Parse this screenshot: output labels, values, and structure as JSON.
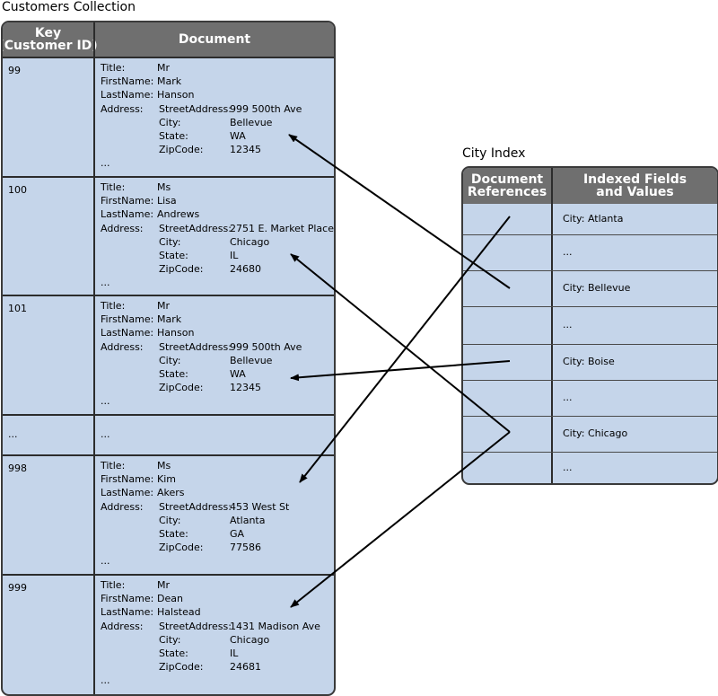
{
  "customers": {
    "title": "Customers Collection",
    "headers": {
      "key": "Key\n(Customer ID)",
      "document": "Document"
    },
    "field_labels": {
      "title": "Title:",
      "first_name": "FirstName:",
      "last_name": "LastName:",
      "address": "Address:",
      "street": "StreetAddress:",
      "city": "City:",
      "state": "State:",
      "zip": "ZipCode:"
    },
    "rows": [
      {
        "key": "99",
        "title": "Mr",
        "first_name": "Mark",
        "last_name": "Hanson",
        "street": "999 500th Ave",
        "city": "Bellevue",
        "state": "WA",
        "zip": "12345",
        "more": "..."
      },
      {
        "key": "100",
        "title": "Ms",
        "first_name": "Lisa",
        "last_name": "Andrews",
        "street": "2751 E. Market Place",
        "city": "Chicago",
        "state": "IL",
        "zip": "24680",
        "more": "..."
      },
      {
        "key": "101",
        "title": "Mr",
        "first_name": "Mark",
        "last_name": "Hanson",
        "street": "999 500th Ave",
        "city": "Bellevue",
        "state": "WA",
        "zip": "12345",
        "more": "..."
      },
      {
        "key": "...",
        "document": "..."
      },
      {
        "key": "998",
        "title": "Ms",
        "first_name": "Kim",
        "last_name": "Akers",
        "street": "453 West St",
        "city": "Atlanta",
        "state": "GA",
        "zip": "77586",
        "more": "..."
      },
      {
        "key": "999",
        "title": "Mr",
        "first_name": "Dean",
        "last_name": "Halstead",
        "street": "1431 Madison Ave",
        "city": "Chicago",
        "state": "IL",
        "zip": "24681",
        "more": "..."
      }
    ]
  },
  "city_index": {
    "title": "City Index",
    "headers": {
      "refs": "Document\nReferences",
      "fields": "Indexed Fields\nand Values"
    },
    "rows": [
      {
        "value": "City: Atlanta"
      },
      {
        "value": "..."
      },
      {
        "value": "City: Bellevue"
      },
      {
        "value": "..."
      },
      {
        "value": "City: Boise"
      },
      {
        "value": "..."
      },
      {
        "value": "City: Chicago"
      },
      {
        "value": "..."
      }
    ]
  }
}
